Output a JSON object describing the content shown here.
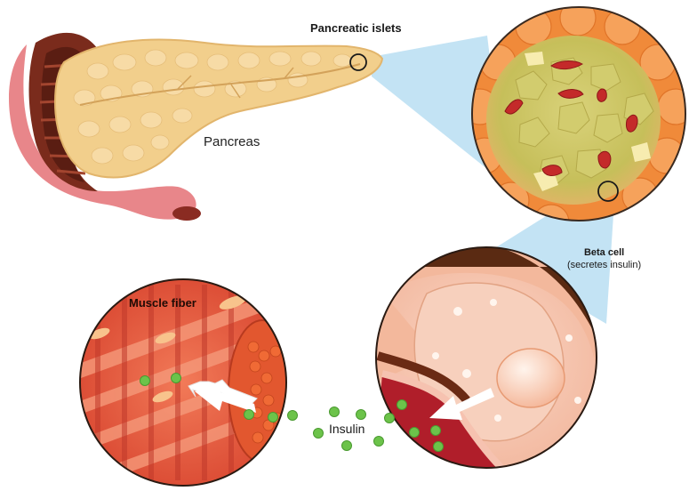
{
  "labels": {
    "pancreatic_islets": "Pancreatic islets",
    "pancreas": "Pancreas",
    "beta_cell": "Beta cell",
    "beta_cell_note": "(secretes insulin)",
    "muscle_fiber": "Muscle fiber",
    "insulin": "Insulin"
  },
  "colors": {
    "pancreas": "#f2cf8c",
    "duodenum": "#e8868a",
    "islet_green": "#c9c96a",
    "acinar_orange": "#f08a3a",
    "muscle_red": "#e8503a",
    "insulin_green": "#6cc34a",
    "zoom_cone": "#b9def2"
  },
  "icons": [
    "white-arrow-icon",
    "white-arrow-icon"
  ]
}
